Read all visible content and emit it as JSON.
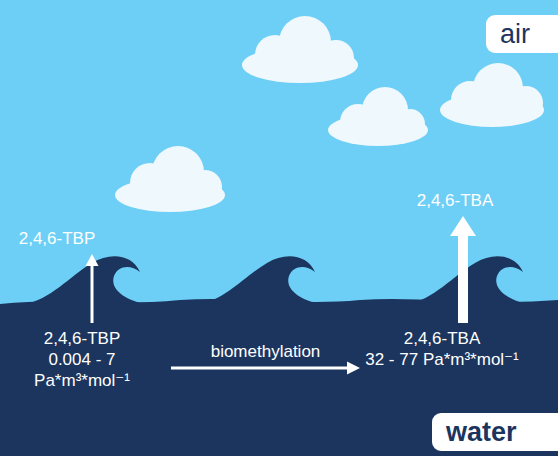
{
  "diagram": {
    "nodes": [
      {
        "text": [
          "air"
        ]
      },
      {
        "text": [
          "2,4,6-TBP"
        ]
      },
      {
        "text": [
          "2,4,6-TBA"
        ]
      },
      {
        "text": [
          "2,4,6-TBP",
          "0.004 - 7 Pa*m³*mol⁻¹"
        ]
      },
      {
        "text": [
          "2,4,6-TBA",
          "32 - 77 Pa*m³*mol⁻¹"
        ]
      },
      {
        "text": [
          "water"
        ]
      }
    ],
    "edges": [
      {
        "from": 3,
        "to": 1,
        "arrow": "to"
      },
      {
        "from": 4,
        "to": 2,
        "arrow": "to"
      },
      {
        "from": 3,
        "to": 4,
        "label": "biomethylation",
        "arrow": "to"
      }
    ]
  }
}
